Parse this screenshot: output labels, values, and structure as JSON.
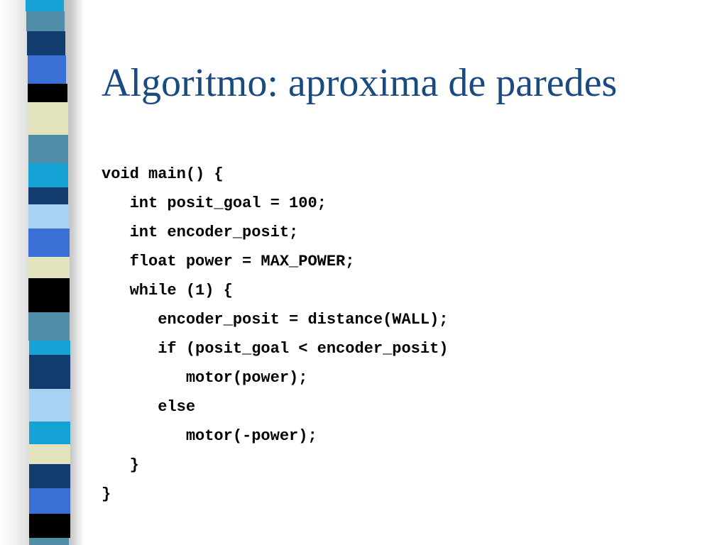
{
  "slide": {
    "title": "Algoritmo: aproxima de paredes",
    "title_color": "#1a4a82",
    "code_lines": [
      "void main() {",
      "   int posit_goal = 100;",
      "   int encoder_posit;",
      "   float power = MAX_POWER;",
      "   while (1) {",
      "      encoder_posit = distance(WALL);",
      "      if (posit_goal < encoder_posit)",
      "         motor(power);",
      "      else",
      "         motor(-power);",
      "   }",
      "}"
    ]
  },
  "decoration": {
    "stripe_colors": [
      "#17a2d6",
      "#4f8da8",
      "#123c6e",
      "#3a6fd6",
      "#000000",
      "#e3e4bd",
      "#4f8da8",
      "#17a2d6",
      "#123c6e",
      "#a8d1f2",
      "#3a6fd6",
      "#e3e4bd",
      "#000000",
      "#4f8da8",
      "#17a2d6",
      "#123c6e",
      "#a8d1f2",
      "#17a2d6",
      "#e3e4bd",
      "#123c6e",
      "#3a6fd6",
      "#000000",
      "#4f8da8"
    ]
  }
}
